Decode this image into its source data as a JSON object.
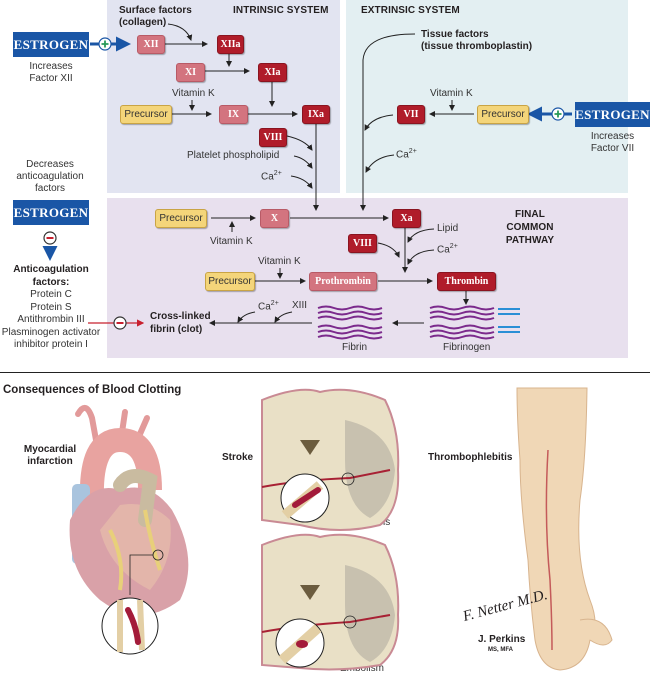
{
  "colors": {
    "estrogen_blue": "#1a56a6",
    "active_factor": "#b01c2a",
    "inactive_factor": "#d3747f",
    "precursor": "#f4d57a",
    "intrinsic_bg": "#e2e4f1",
    "extrinsic_bg": "#e3eff2",
    "final_bg": "#e8e0ee",
    "inhibition_red": "#c8202f",
    "fibrin_purple": "#7b2a8c"
  },
  "intrinsic": {
    "title": "INTRINSIC SYSTEM",
    "surface_factors": "Surface factors",
    "collagen": "(collagen)",
    "factors": {
      "XII": "XII",
      "XIIa": "XIIa",
      "XI": "XI",
      "XIa": "XIa",
      "IX": "IX",
      "IXa": "IXa",
      "VIII": "VIII"
    },
    "precursor": "Precursor",
    "vitamin_k": "Vitamin K",
    "platelet_phospholipid": "Platelet phospholipid",
    "calcium": "Ca",
    "calcium_sup": "2+"
  },
  "extrinsic": {
    "title": "EXTRINSIC SYSTEM",
    "tissue_factors": "Tissue factors",
    "tissue_thromboplastin": "(tissue thromboplastin)",
    "vitamin_k": "Vitamin K",
    "factor_VII": "VII",
    "precursor": "Precursor",
    "calcium": "Ca",
    "calcium_sup": "2+"
  },
  "final": {
    "title_lines": [
      "FINAL",
      "COMMON",
      "PATHWAY"
    ],
    "precursor_x": "Precursor",
    "factor_X": "X",
    "vitamin_k_x": "Vitamin K",
    "factor_Xa": "Xa",
    "factor_VIII": "VIII",
    "lipid": "Lipid",
    "calcium": "Ca",
    "calcium_sup": "2+",
    "vitamin_k_pro": "Vitamin K",
    "precursor_pro": "Precursor",
    "prothrombin": "Prothrombin",
    "thrombin": "Thrombin",
    "ca_clot": "Ca",
    "ca_clot_sup": "2+",
    "xiii": "XIII",
    "clot_line1": "Cross-linked",
    "clot_line2": "fibrin (clot)",
    "fibrin": "Fibrin",
    "fibrinogen": "Fibrinogen"
  },
  "estrogen_effects": [
    {
      "label": "ESTROGEN",
      "sign": "+",
      "note_lines": [
        "Increases",
        "Factor XII"
      ]
    },
    {
      "label": "ESTROGEN",
      "sign": "+",
      "note_lines": [
        "Increases",
        "Factor VII"
      ]
    },
    {
      "label": "ESTROGEN",
      "sign": "−",
      "pre_lines": [
        "Decreases",
        "anticoagulation",
        "factors"
      ]
    }
  ],
  "anticoagulation": {
    "title_lines": [
      "Anticoagulation",
      "factors:"
    ],
    "items": [
      "Protein C",
      "Protein S",
      "Antithrombin III",
      "Plasminogen activator",
      "inhibitor protein I"
    ],
    "sign": "−"
  },
  "consequences": {
    "title": "Consequences of Blood Clotting",
    "myocardial_lines": [
      "Myocardial",
      "infarction"
    ],
    "stroke": "Stroke",
    "thrombosis": "Thrombosis",
    "embolism": "Embolism",
    "thrombophlebitis": "Thrombophlebitis"
  },
  "credits": {
    "signature": "F. Netter M.D.",
    "artist": "J. Perkins",
    "artist_degree": "MS, MFA"
  }
}
